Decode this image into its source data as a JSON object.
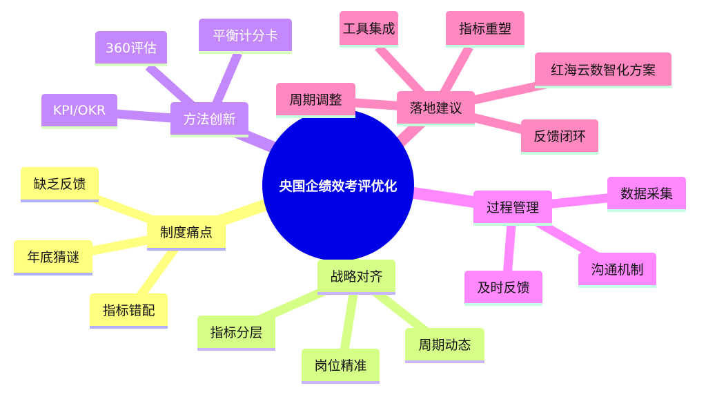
{
  "colors": {
    "center": "#0000e6",
    "purple": "#c389fc",
    "pink": "#ff88c0",
    "magenta": "#ff88ff",
    "green": "#d6ff88",
    "yellow": "#ffff80"
  },
  "root": "央国企绩效考评优化",
  "method": {
    "label": "方法创新",
    "children": [
      "KPI/OKR",
      "360评估",
      "平衡计分卡"
    ]
  },
  "landing": {
    "label": "落地建议",
    "children": [
      "周期调整",
      "工具集成",
      "指标重塑",
      "红海云数智化方案",
      "反馈闭环"
    ]
  },
  "process": {
    "label": "过程管理",
    "children": [
      "数据采集",
      "沟通机制",
      "及时反馈"
    ]
  },
  "strategy": {
    "label": "战略对齐",
    "children": [
      "指标分层",
      "岗位精准",
      "周期动态"
    ]
  },
  "pain": {
    "label": "制度痛点",
    "children": [
      "缺乏反馈",
      "年底猜谜",
      "指标错配"
    ]
  }
}
